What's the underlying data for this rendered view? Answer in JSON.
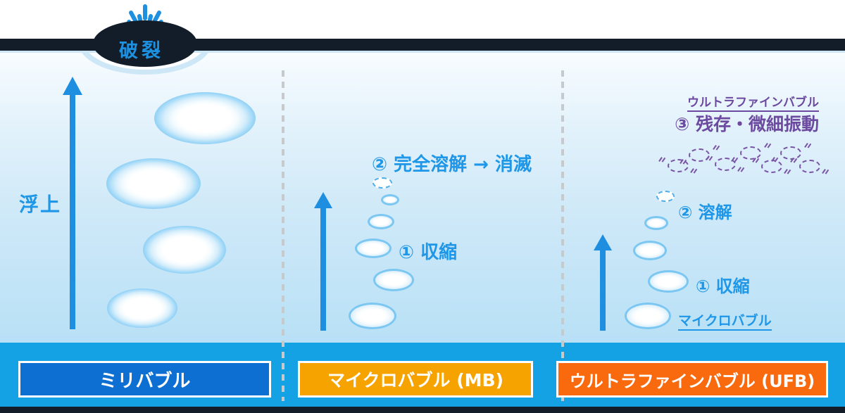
{
  "burst_label": "破裂",
  "left_column": {
    "rise_label": "浮上",
    "footer_label": "ミリバブル"
  },
  "middle_column": {
    "step2_label": "② 完全溶解 → 消滅",
    "step1_label": "① 収縮",
    "footer_label": "マイクロバブル (MB)"
  },
  "right_column": {
    "heading": "ウルトラファインバブル",
    "step3_label": "③ 残存・微細振動",
    "step2_label": "② 溶解",
    "step1_label": "① 収縮",
    "micro_label": "マイクロバブル",
    "footer_label": "ウルトラファインバブル (UFB)"
  },
  "colors": {
    "accent_blue": "#1e90e0",
    "text_blue": "#1e97e8",
    "purple": "#6b4aa0",
    "band_blue": "#14a2e5",
    "milli_box_blue": "#0d6fd1",
    "micro_box_amber": "#f6a300",
    "ufb_box_orange": "#f9690e",
    "dark_band": "#121d29",
    "water_top": "#f8fcff",
    "water_bottom": "#b8e0f6"
  }
}
